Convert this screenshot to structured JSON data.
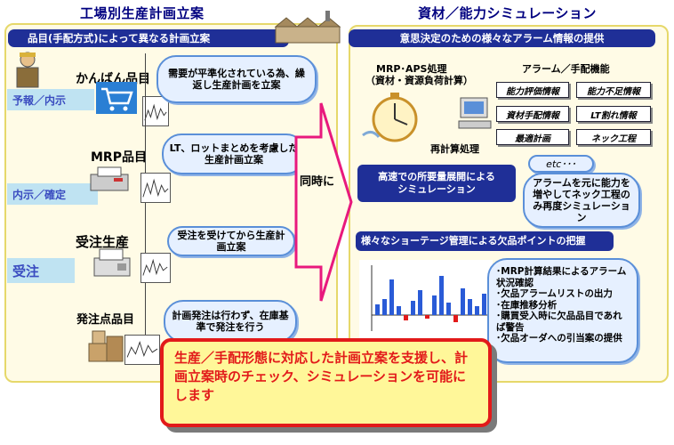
{
  "left": {
    "title": "工場別生産計画立案",
    "header": "品目(手配方式)によって異なる計画立案",
    "items": {
      "kanban": {
        "label": "かんばん品目",
        "note": "需要が平準化されている為、繰返し生産計画を立案",
        "input": "予報／内示"
      },
      "mrp": {
        "label": "MRP品目",
        "note": "LT、ロットまとめを考慮した生産計画立案",
        "input": "内示／確定"
      },
      "order": {
        "label": "受注生産",
        "note": "受注を受けてから生産計画立案",
        "input": "受注"
      },
      "reorder": {
        "label": "発注点品目",
        "note": "計画発注は行わず、在庫基準で発注を行う"
      }
    }
  },
  "center": {
    "arrow_label": "同時に"
  },
  "right": {
    "title": "資材／能力シミュレーション",
    "header": "意思決定のための様々なアラーム情報の提供",
    "mrp_title": "MRP･APS処理",
    "mrp_sub": "（資材・資源負荷計算）",
    "alarm_title": "アラーム／手配機能",
    "alarm_tags": [
      "能力評価情報",
      "能力不足情報",
      "資材手配情報",
      "LT割れ情報",
      "最適計画",
      "ネック工程"
    ],
    "recalc": "再計算処理",
    "sim_box": "高速での所要量展開による\nシミュレーション",
    "etc": "etc･･･",
    "alarm_note": "アラームを元に能力を増やしてネック工程のみ再度シミュレーション",
    "shortage_box": "様々なショーテージ管理による欠品ポイントの把握",
    "result_list": "･MRP計算結果によるアラーム状況確認\n･欠品アラームリストの出力\n･在庫推移分析\n･購買受入時に欠品品目であれば警告\n･欠品オーダへの引当案の提供"
  },
  "summary": "生産／手配形態に対応した計画立案を支援し、計画立案時のチェック、シミュレーションを可能にします",
  "colors": {
    "navy": "#1f2f97",
    "red": "#e21a1a",
    "yellow": "#fff799",
    "cream": "#fffbe6",
    "pink_arrow": "#e8197d"
  }
}
